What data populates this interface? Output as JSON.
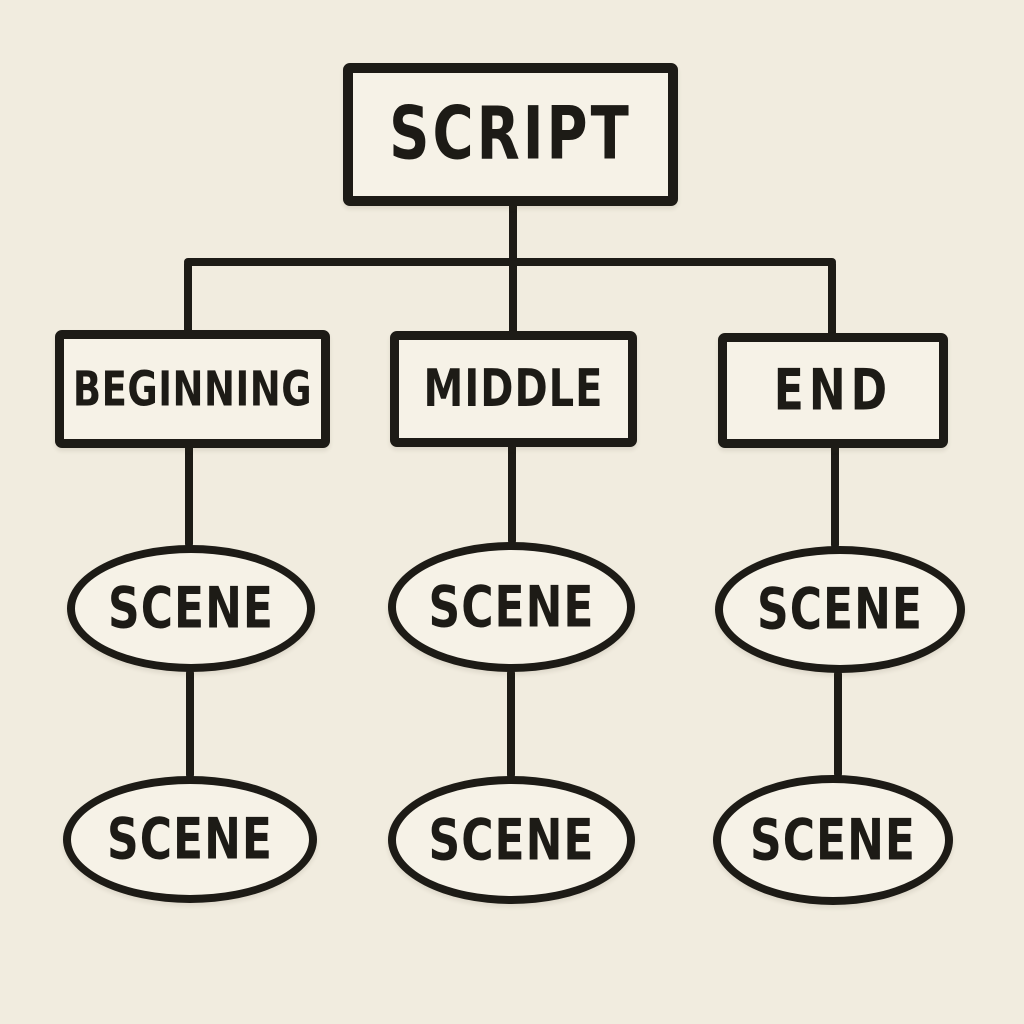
{
  "colors": {
    "background": "#f1ecdf",
    "ink": "#1d1b16",
    "node_fill": "#f6f2e7"
  },
  "diagram": {
    "type": "flowchart-tree",
    "root": {
      "label": "SCRIPT"
    },
    "branches": [
      {
        "label": "BEGINNING",
        "scenes": [
          {
            "label": "SCENE"
          },
          {
            "label": "SCENE"
          }
        ]
      },
      {
        "label": "MIDDLE",
        "scenes": [
          {
            "label": "SCENE"
          },
          {
            "label": "SCENE"
          }
        ]
      },
      {
        "label": "END",
        "scenes": [
          {
            "label": "SCENE"
          },
          {
            "label": "SCENE"
          }
        ]
      }
    ]
  }
}
